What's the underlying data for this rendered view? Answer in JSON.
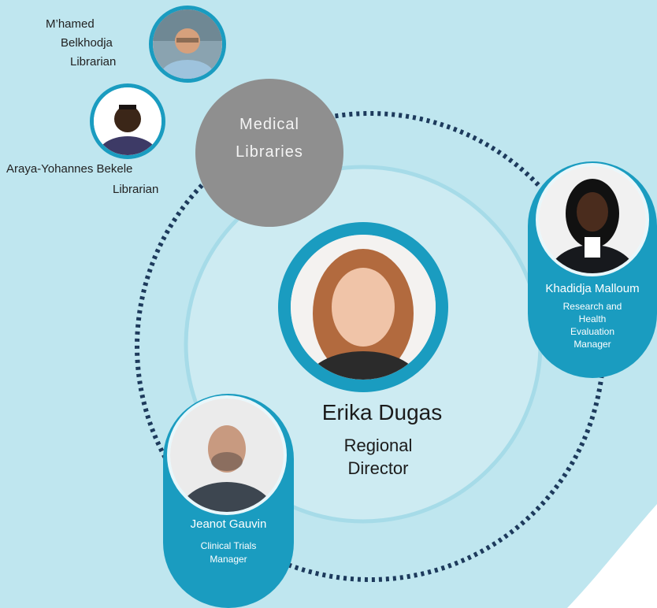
{
  "hub": {
    "label_line1": "Medical",
    "label_line2": "Libraries"
  },
  "center": {
    "name": "Erika Dugas",
    "title_line1": "Regional",
    "title_line2": "Director"
  },
  "people": {
    "mhamed": {
      "name_line1": "M’hamed",
      "name_line2": "Belkhodja",
      "role": "Librarian"
    },
    "araya": {
      "name": "Araya-Yohannes Bekele",
      "role": "Librarian"
    },
    "khadidja": {
      "name": "Khadidja Malloum",
      "role_line1": "Research and",
      "role_line2": "Health",
      "role_line3": "Evaluation",
      "role_line4": "Manager"
    },
    "jeanot": {
      "name": "Jeanot Gauvin",
      "role_line1": "Clinical Trials",
      "role_line2": "Manager"
    }
  },
  "colors": {
    "background": "#bfe6ef",
    "inner_disc": "#cdebf2",
    "accent_teal": "#1a9cc0",
    "dotted_ring": "#1d3a5c",
    "hub_gray": "#8f8f8f",
    "white_corner": "#ffffff"
  }
}
